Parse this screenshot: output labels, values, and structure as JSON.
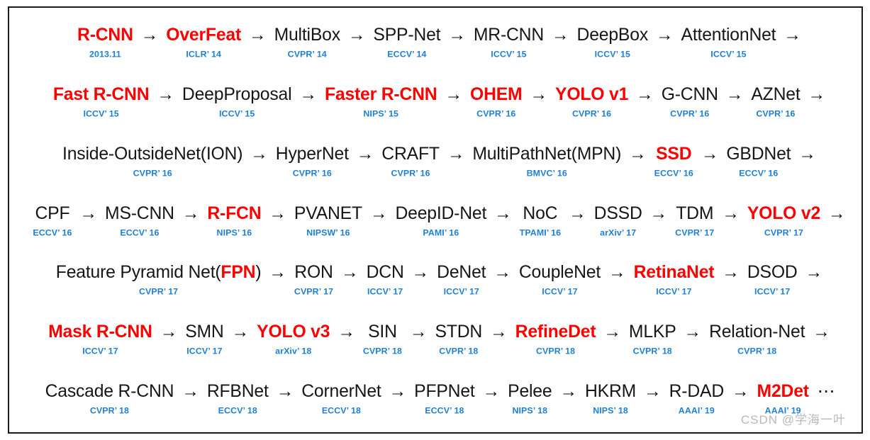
{
  "diagram": {
    "arrow_glyph": "→",
    "ellipsis_glyph": "⋯",
    "colors": {
      "highlight_red": "#fd0000",
      "node_black": "#161616",
      "venue_blue": "#1e7fd4",
      "background": "#ffffff",
      "border": "#1a1a1a",
      "watermark": "#b9b9b9"
    },
    "watermark": "CSDN @学海一叶",
    "rows": [
      {
        "nodes": [
          {
            "name": "R-CNN",
            "venue": "2013.11",
            "red": true
          },
          {
            "name": "OverFeat",
            "venue": "ICLR’ 14",
            "red": true
          },
          {
            "name": "MultiBox",
            "venue": "CVPR’ 14",
            "red": false
          },
          {
            "name": "SPP-Net",
            "venue": "ECCV’ 14",
            "red": false
          },
          {
            "name": "MR-CNN",
            "venue": "ICCV’ 15",
            "red": false
          },
          {
            "name": "DeepBox",
            "venue": "ICCV’ 15",
            "red": false
          },
          {
            "name": "AttentionNet",
            "venue": "ICCV’ 15",
            "red": false
          }
        ],
        "trailing_arrow": true
      },
      {
        "nodes": [
          {
            "name": "Fast R-CNN",
            "venue": "ICCV’ 15",
            "red": true
          },
          {
            "name": "DeepProposal",
            "venue": "ICCV’ 15",
            "red": false
          },
          {
            "name": "Faster R-CNN",
            "venue": "NIPS’ 15",
            "red": true
          },
          {
            "name": "OHEM",
            "venue": "CVPR’ 16",
            "red": true
          },
          {
            "name": "YOLO v1",
            "venue": "CVPR’ 16",
            "red": true
          },
          {
            "name": "G-CNN",
            "venue": "CVPR’ 16",
            "red": false
          },
          {
            "name": "AZNet",
            "venue": "CVPR’ 16",
            "red": false
          }
        ],
        "trailing_arrow": true
      },
      {
        "nodes": [
          {
            "name": "Inside-OutsideNet(ION)",
            "venue": "CVPR’ 16",
            "red": false
          },
          {
            "name": "HyperNet",
            "venue": "CVPR’ 16",
            "red": false
          },
          {
            "name": "CRAFT",
            "venue": "CVPR’ 16",
            "red": false
          },
          {
            "name": "MultiPathNet(MPN)",
            "venue": "BMVC’ 16",
            "red": false
          },
          {
            "name": "SSD",
            "venue": "ECCV’ 16",
            "red": true
          },
          {
            "name": "GBDNet",
            "venue": "ECCV’ 16",
            "red": false
          }
        ],
        "trailing_arrow": true
      },
      {
        "nodes": [
          {
            "name": "CPF",
            "venue": "ECCV’ 16",
            "red": false
          },
          {
            "name": "MS-CNN",
            "venue": "ECCV’ 16",
            "red": false
          },
          {
            "name": "R-FCN",
            "venue": "NIPS’ 16",
            "red": true
          },
          {
            "name": "PVANET",
            "venue": "NIPSW’ 16",
            "red": false
          },
          {
            "name": "DeepID-Net",
            "venue": "PAMI’ 16",
            "red": false
          },
          {
            "name": "NoC",
            "venue": "TPAMI’ 16",
            "red": false
          },
          {
            "name": "DSSD",
            "venue": "arXiv’ 17",
            "red": false
          },
          {
            "name": "TDM",
            "venue": "CVPR’ 17",
            "red": false
          },
          {
            "name": "YOLO v2",
            "venue": "CVPR’ 17",
            "red": true
          }
        ],
        "trailing_arrow": true
      },
      {
        "nodes": [
          {
            "name": "Feature Pyramid Net(FPN)",
            "venue": "CVPR’ 17",
            "red": false,
            "partial_red": "FPN"
          },
          {
            "name": "RON",
            "venue": "CVPR’ 17",
            "red": false
          },
          {
            "name": "DCN",
            "venue": "ICCV’ 17",
            "red": false
          },
          {
            "name": "DeNet",
            "venue": "ICCV’ 17",
            "red": false
          },
          {
            "name": "CoupleNet",
            "venue": "ICCV’ 17",
            "red": false
          },
          {
            "name": "RetinaNet",
            "venue": "ICCV’ 17",
            "red": true
          },
          {
            "name": "DSOD",
            "venue": "ICCV’ 17",
            "red": false
          }
        ],
        "trailing_arrow": true
      },
      {
        "nodes": [
          {
            "name": "Mask R-CNN",
            "venue": "ICCV’ 17",
            "red": true
          },
          {
            "name": "SMN",
            "venue": "ICCV’ 17",
            "red": false
          },
          {
            "name": "YOLO v3",
            "venue": "arXiv’ 18",
            "red": true
          },
          {
            "name": "SIN",
            "venue": "CVPR’ 18",
            "red": false
          },
          {
            "name": "STDN",
            "venue": "CVPR’ 18",
            "red": false
          },
          {
            "name": "RefineDet",
            "venue": "CVPR’ 18",
            "red": true
          },
          {
            "name": "MLKP",
            "venue": "CVPR’ 18",
            "red": false
          },
          {
            "name": "Relation-Net",
            "venue": "CVPR’ 18",
            "red": false
          }
        ],
        "trailing_arrow": true
      },
      {
        "nodes": [
          {
            "name": "Cascade R-CNN",
            "venue": "CVPR’ 18",
            "red": false
          },
          {
            "name": "RFBNet",
            "venue": "ECCV’ 18",
            "red": false
          },
          {
            "name": "CornerNet",
            "venue": "ECCV’ 18",
            "red": false
          },
          {
            "name": "PFPNet",
            "venue": "ECCV’ 18",
            "red": false
          },
          {
            "name": "Pelee",
            "venue": "NIPS’ 18",
            "red": false
          },
          {
            "name": "HKRM",
            "venue": "NIPS’ 18",
            "red": false
          },
          {
            "name": "R-DAD",
            "venue": "AAAI’ 19",
            "red": false
          },
          {
            "name": "M2Det",
            "venue": "AAAI’ 19",
            "red": true
          }
        ],
        "trailing_arrow": false,
        "trailing_ellipsis": true
      }
    ]
  }
}
